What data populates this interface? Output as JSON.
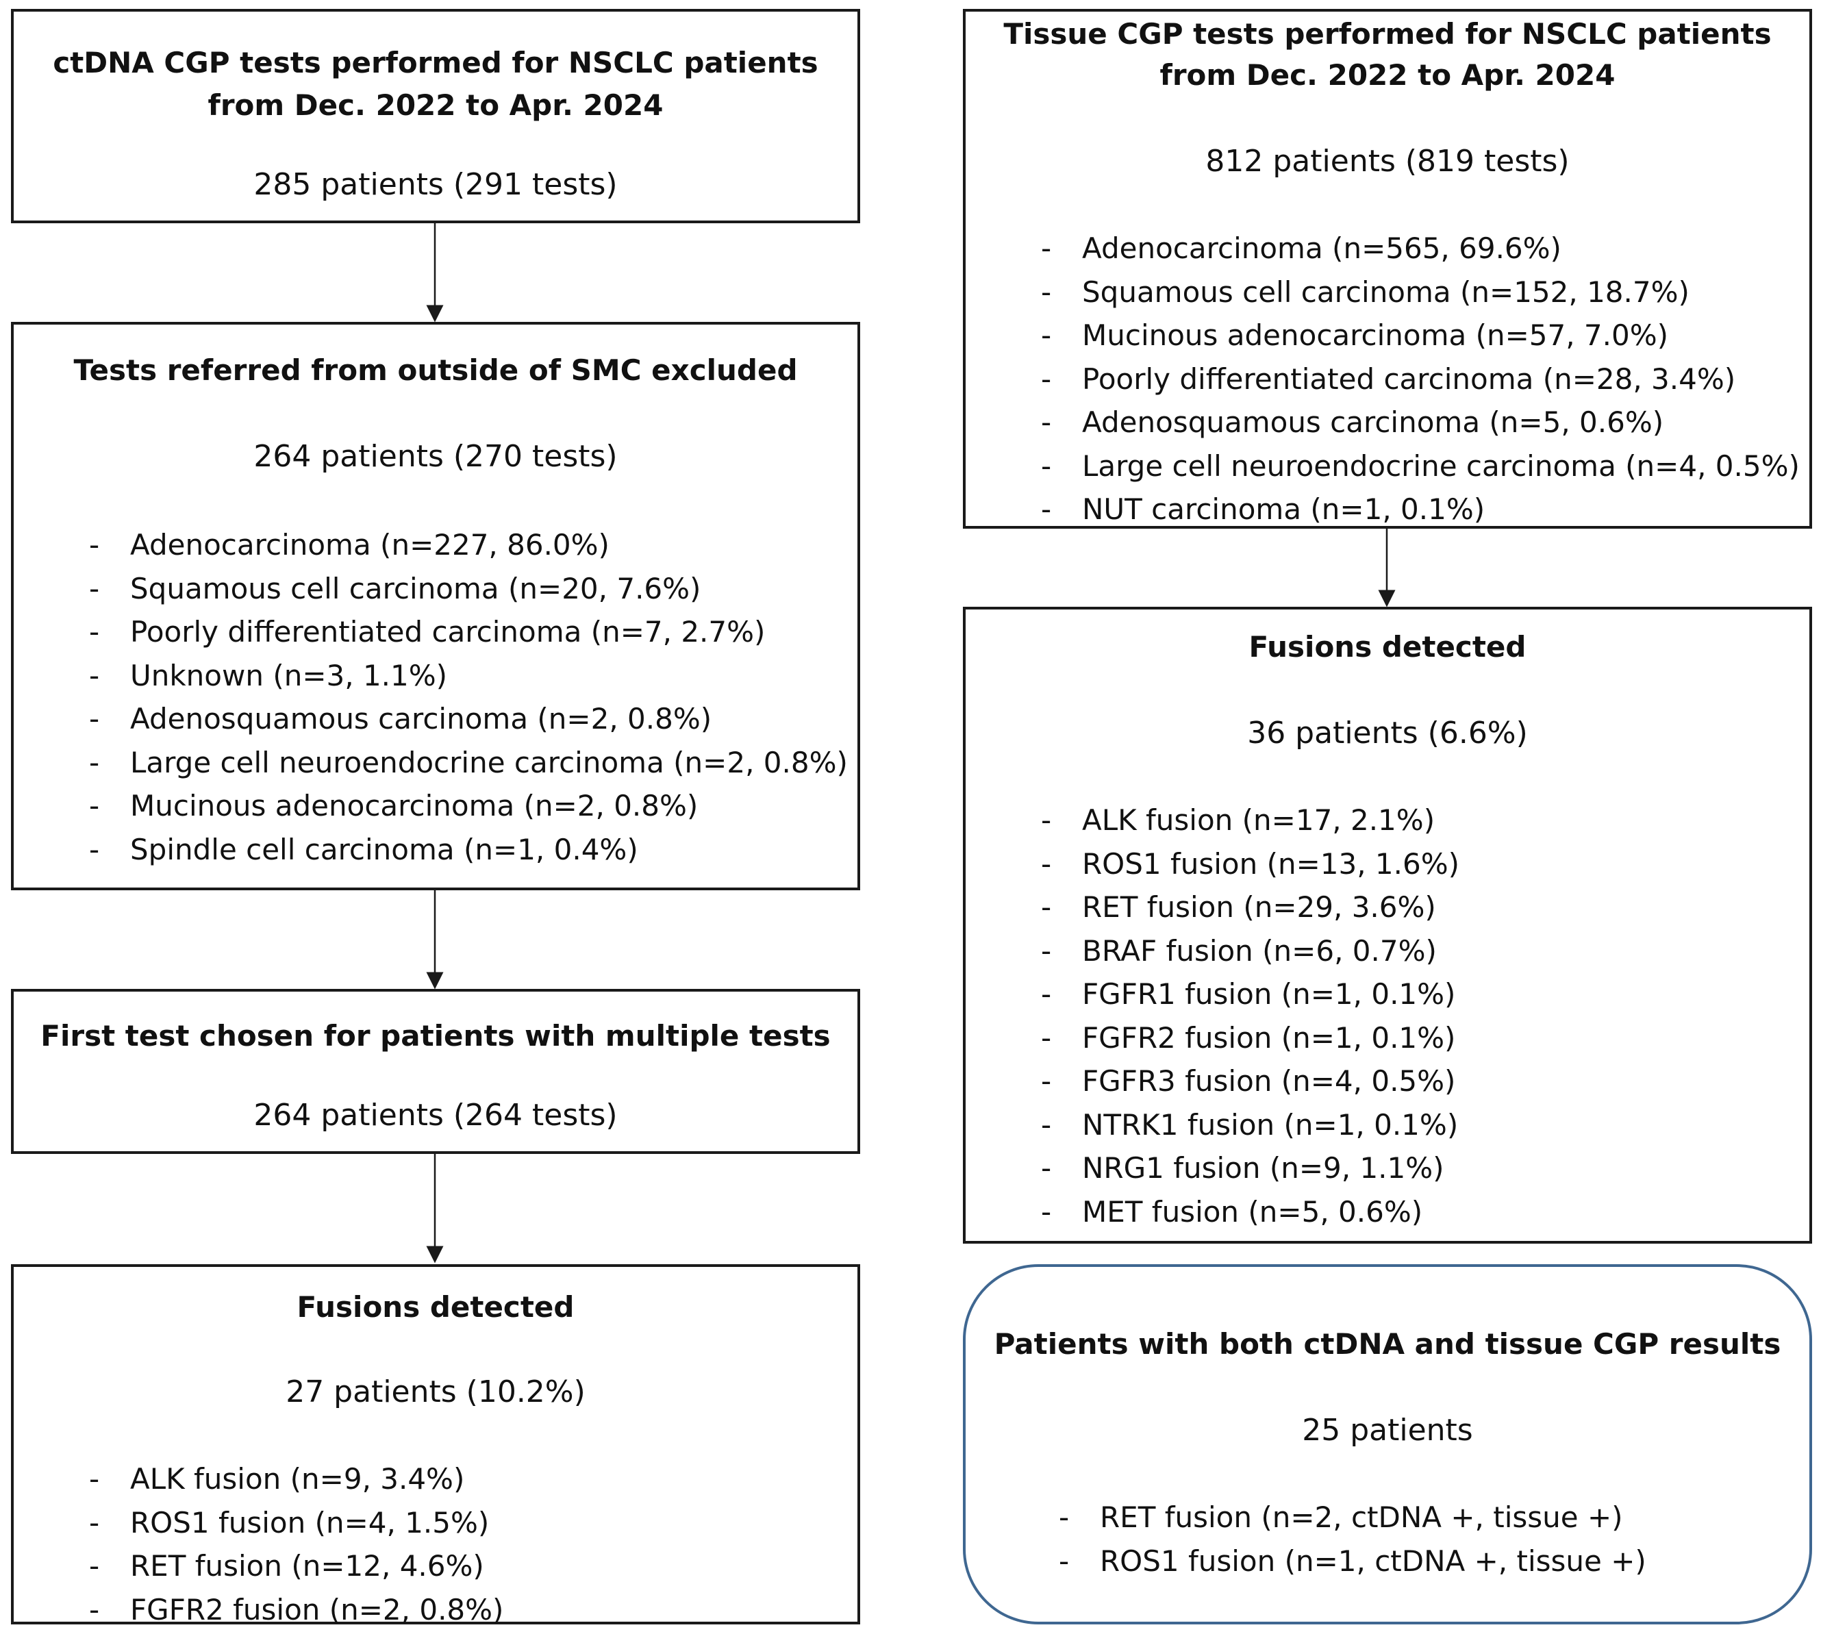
{
  "left": {
    "box1": {
      "title_line1": "ctDNA CGP tests performed for NSCLC patients",
      "title_line2": "from Dec. 2022 to Apr. 2024",
      "count": "285 patients (291 tests)"
    },
    "box2": {
      "title": "Tests referred from outside of SMC excluded",
      "count": "264 patients (270 tests)",
      "items": [
        "Adenocarcinoma (n=227, 86.0%)",
        "Squamous cell carcinoma (n=20, 7.6%)",
        "Poorly differentiated carcinoma (n=7, 2.7%)",
        "Unknown (n=3, 1.1%)",
        "Adenosquamous carcinoma (n=2, 0.8%)",
        "Large cell neuroendocrine carcinoma (n=2, 0.8%)",
        "Mucinous adenocarcinoma (n=2, 0.8%)",
        "Spindle cell carcinoma (n=1, 0.4%)"
      ]
    },
    "box3": {
      "title": "First test chosen for patients with multiple tests",
      "count": "264 patients (264 tests)"
    },
    "box4": {
      "title": "Fusions detected",
      "count": "27 patients (10.2%)",
      "items": [
        "ALK fusion (n=9, 3.4%)",
        "ROS1 fusion (n=4, 1.5%)",
        "RET fusion (n=12, 4.6%)",
        "FGFR2 fusion (n=2, 0.8%)"
      ]
    }
  },
  "right": {
    "box1": {
      "title_line1": "Tissue CGP tests performed for NSCLC patients",
      "title_line2": "from Dec. 2022 to Apr. 2024",
      "count": "812 patients (819 tests)",
      "items": [
        "Adenocarcinoma (n=565, 69.6%)",
        "Squamous cell carcinoma (n=152, 18.7%)",
        "Mucinous adenocarcinoma (n=57, 7.0%)",
        "Poorly differentiated carcinoma (n=28, 3.4%)",
        "Adenosquamous carcinoma (n=5, 0.6%)",
        "Large cell neuroendocrine carcinoma (n=4, 0.5%)",
        "NUT carcinoma (n=1, 0.1%)"
      ]
    },
    "box2": {
      "title": "Fusions detected",
      "count": "36 patients (6.6%)",
      "items": [
        "ALK fusion (n=17, 2.1%)",
        "ROS1 fusion (n=13, 1.6%)",
        "RET fusion (n=29, 3.6%)",
        "BRAF fusion (n=6, 0.7%)",
        "FGFR1 fusion (n=1, 0.1%)",
        "FGFR2 fusion (n=1, 0.1%)",
        "FGFR3 fusion (n=4, 0.5%)",
        "NTRK1 fusion (n=1, 0.1%)",
        "NRG1 fusion (n=9, 1.1%)",
        "MET fusion (n=5, 0.6%)"
      ]
    },
    "box3": {
      "title": "Patients with both ctDNA and tissue CGP results",
      "count": "25 patients",
      "items": [
        "RET fusion (n=2, ctDNA +, tissue +)",
        "ROS1 fusion (n=1, ctDNA +, tissue +)"
      ]
    }
  },
  "list_bullet": "-",
  "colors": {
    "box_border": "#1a1a1a",
    "rounded_border": "#3f6791",
    "arrow": "#1a1a1a"
  }
}
